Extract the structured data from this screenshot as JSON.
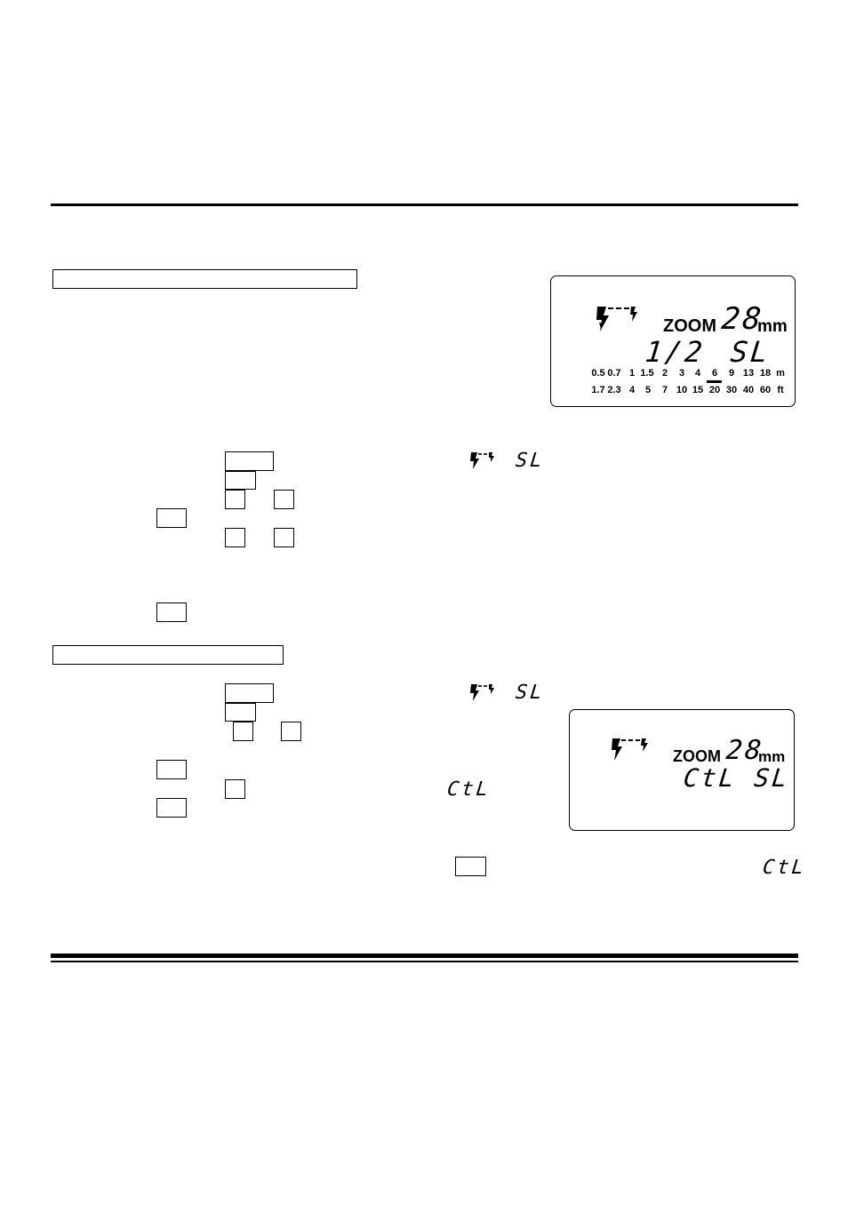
{
  "lcd1": {
    "flash_icon": "flash-icon",
    "zoom_label": "ZOOM",
    "zoom_value": "28",
    "zoom_unit": "mm",
    "power_value": "1/2",
    "mode_value": "SL",
    "scale_m": {
      "values": [
        "0.5",
        "0.7",
        "1",
        "1.5",
        "2",
        "3",
        "4",
        "6",
        "9",
        "13",
        "18"
      ],
      "unit": "m",
      "highlighted": "6"
    },
    "scale_ft": {
      "values": [
        "1.7",
        "2.3",
        "4",
        "5",
        "7",
        "10",
        "15",
        "20",
        "30",
        "40",
        "60"
      ],
      "unit": "ft",
      "highlighted": "20"
    }
  },
  "lcd2": {
    "flash_icon": "flash-icon",
    "zoom_label": "ZOOM",
    "zoom_value": "28",
    "zoom_unit": "mm",
    "mode_value": "CtL SL"
  },
  "inline": {
    "step1_mode": "SL",
    "step2_mode": "SL",
    "ctl_symbol": "CtL",
    "bottom_ctl_symbol": "CtL"
  }
}
